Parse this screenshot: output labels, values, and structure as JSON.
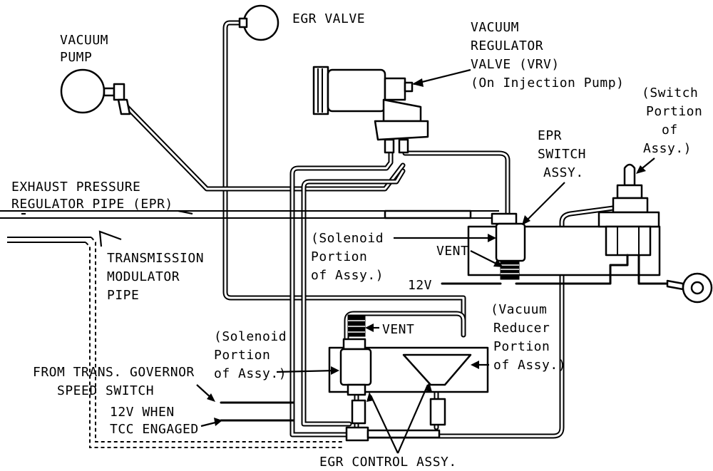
{
  "labels": {
    "vacuum_pump": [
      "VACUUM",
      "PUMP"
    ],
    "egr_valve": "EGR VALVE",
    "vrv": [
      "VACUUM",
      "REGULATOR",
      "VALVE (VRV)",
      "(On Injection Pump)"
    ],
    "switch_portion": [
      "(Switch",
      "Portion",
      "of",
      "Assy.)"
    ],
    "epr_switch": [
      "EPR",
      "SWITCH",
      "ASSY."
    ],
    "epr_pipe": [
      "EXHAUST PRESSURE",
      "REGULATOR PIPE (EPR)"
    ],
    "solenoid_upper": [
      "(Solenoid",
      "Portion",
      "of Assy.)"
    ],
    "vent_upper": "VENT",
    "twelve_v_upper": "12V",
    "trans_modulator": [
      "TRANSMISSION",
      "MODULATOR",
      "PIPE"
    ],
    "vacuum_reducer": [
      "(Vacuum",
      "Reducer",
      "Portion",
      "of Assy.)"
    ],
    "vent_lower": "VENT",
    "solenoid_lower": [
      "(Solenoid",
      "Portion",
      "of Assy.)"
    ],
    "governor": [
      "FROM TRANS. GOVERNOR",
      "SPEED SWITCH"
    ],
    "tcc": [
      "12V WHEN",
      "TCC ENGAGED"
    ],
    "egr_control": "EGR CONTROL ASSY."
  }
}
